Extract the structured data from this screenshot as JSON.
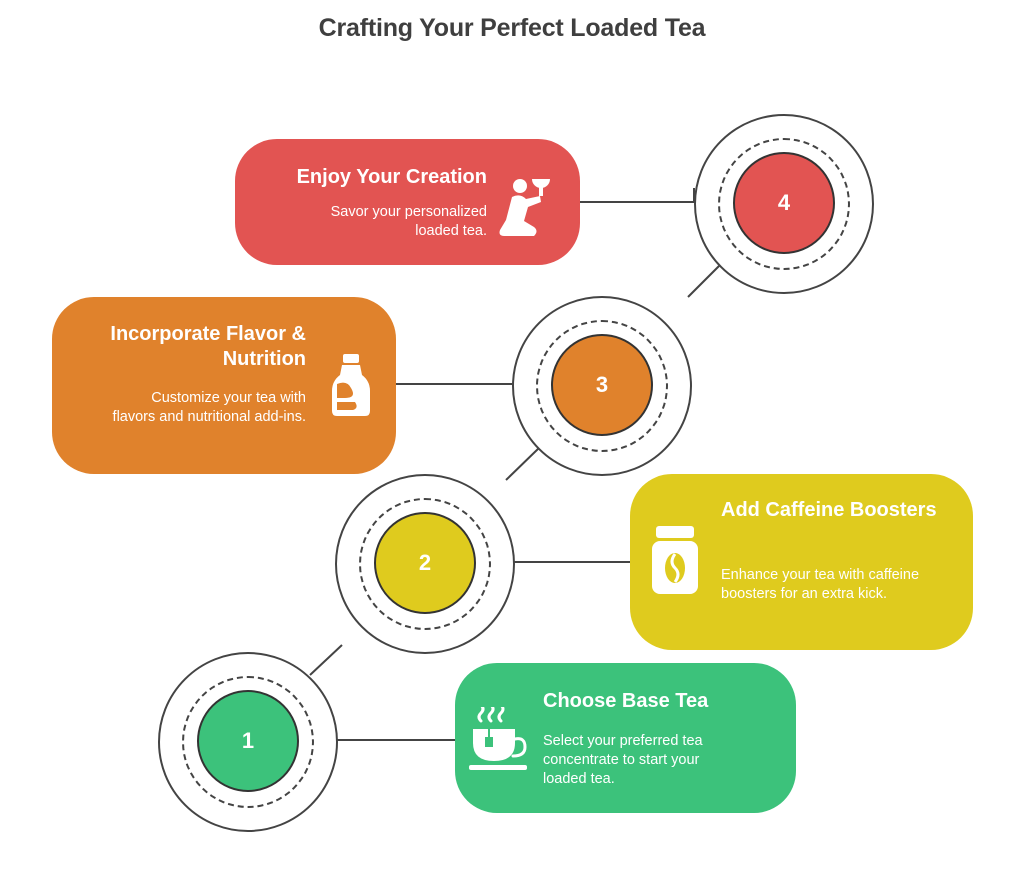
{
  "title": "Crafting Your Perfect Loaded Tea",
  "colors": {
    "green": "#3cc27b",
    "yellow": "#dfcb1e",
    "orange": "#e0822c",
    "red": "#e25452",
    "line": "#444444"
  },
  "steps": [
    {
      "number": "1",
      "title": "Choose Base Tea",
      "description": "Select your preferred tea concentrate to start your loaded tea.",
      "icon": "tea-cup-icon",
      "color": "#3cc27b"
    },
    {
      "number": "2",
      "title": "Add Caffeine Boosters",
      "description": "Enhance your tea with caffeine boosters for an extra kick.",
      "icon": "coffee-jar-icon",
      "color": "#dfcb1e"
    },
    {
      "number": "3",
      "title": "Incorporate Flavor & Nutrition",
      "description": "Customize your tea with flavors and nutritional add-ins.",
      "icon": "bottle-icon",
      "color": "#e0822c"
    },
    {
      "number": "4",
      "title": "Enjoy Your Creation",
      "description": "Savor your personalized loaded tea.",
      "icon": "person-drinking-icon",
      "color": "#e25452"
    }
  ]
}
